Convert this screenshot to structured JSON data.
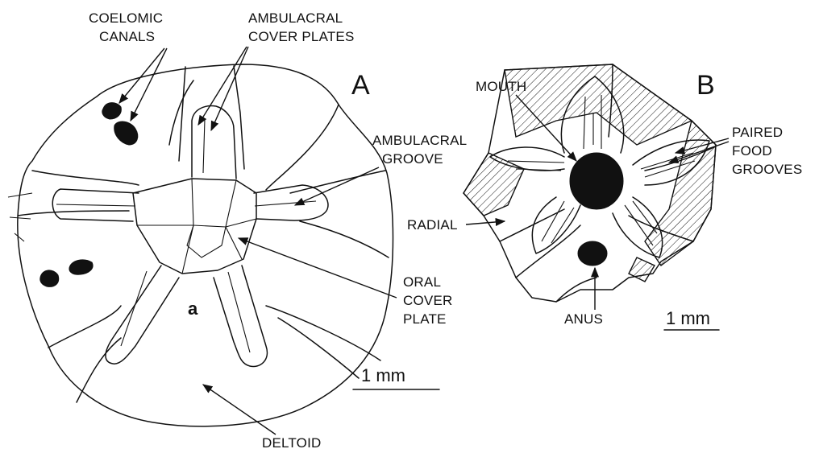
{
  "panels": {
    "a": {
      "letter": "A",
      "small_label": "a"
    },
    "b": {
      "letter": "B"
    }
  },
  "labels_a": {
    "coelomic_canals": [
      "COELOMIC",
      "CANALS"
    ],
    "ambulacral_cover_plates": [
      "AMBULACRAL",
      "COVER PLATES"
    ],
    "ambulacral_groove": [
      "AMBULACRAL",
      "GROOVE"
    ],
    "oral_cover_plate": [
      "ORAL",
      "COVER",
      "PLATE"
    ],
    "deltoid": "DELTOID",
    "scale": "1 mm"
  },
  "labels_b": {
    "mouth": "MOUTH",
    "paired_food_grooves": [
      "PAIRED",
      "FOOD",
      "GROOVES"
    ],
    "radial": "RADIAL",
    "anus": "ANUS",
    "scale": "1 mm"
  },
  "colors": {
    "ink": "#111111",
    "paper": "#ffffff"
  }
}
